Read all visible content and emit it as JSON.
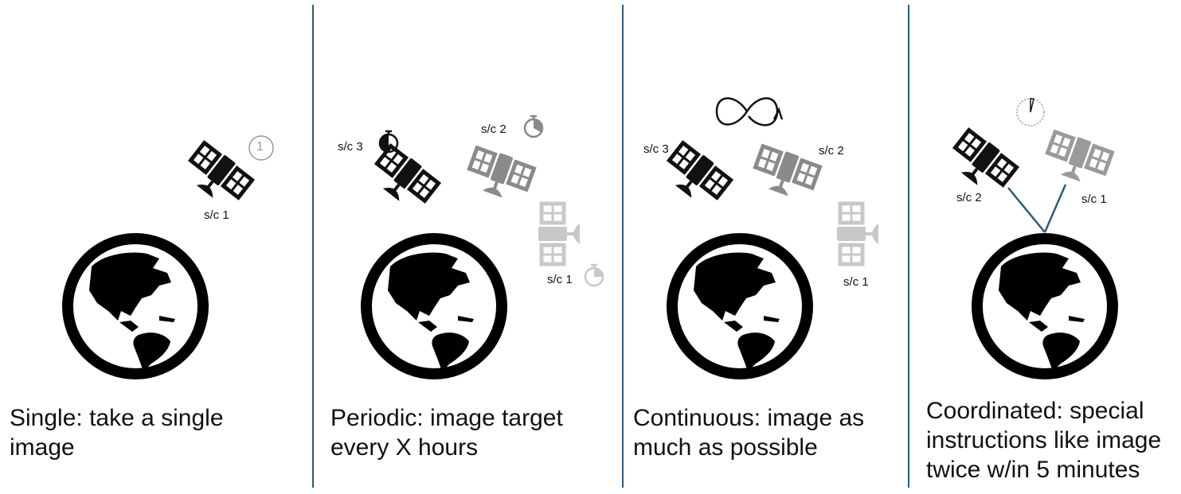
{
  "panels": [
    {
      "caption_line1": "Single: take a single",
      "caption_line2": "image",
      "labels": [
        "s/c 1"
      ],
      "counter": "1"
    },
    {
      "caption_line1": "Periodic: image target",
      "caption_line2": "every X hours",
      "labels": [
        "s/c 3",
        "s/c 2",
        "s/c 1"
      ]
    },
    {
      "caption_line1": "Continuous: image as",
      "caption_line2": "much as possible",
      "labels": [
        "s/c 3",
        "s/c 2",
        "s/c 1"
      ]
    },
    {
      "caption_line1": "Coordinated: special",
      "caption_line2": "instructions like image",
      "caption_line3": "twice w/in 5 minutes",
      "labels": [
        "s/c 2",
        "s/c 1"
      ]
    }
  ],
  "colors": {
    "divider": "#2c5b7a",
    "satellite_dark": "#111111",
    "satellite_mid": "#8a8a8a",
    "satellite_light": "#c8c8c8",
    "link_line": "#2c5b7a"
  },
  "icons": [
    "globe-icon",
    "satellite-icon",
    "timer-icon",
    "infinity-loop-icon",
    "number-circle-icon"
  ]
}
